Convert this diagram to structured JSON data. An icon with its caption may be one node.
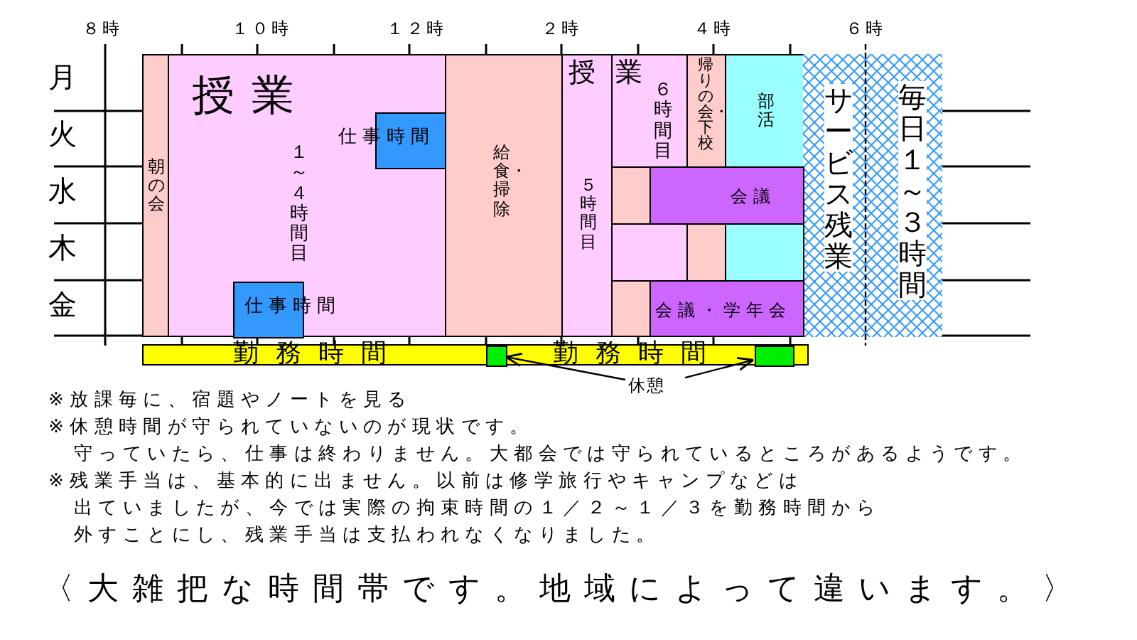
{
  "diagram": {
    "nodes": [
      {
        "text": [
          "朝の会"
        ]
      },
      {
        "text": [
          "授業",
          "１～４時間目"
        ]
      },
      {
        "text": [
          "仕事時間"
        ],
        "in": 1
      },
      {
        "text": [
          "仕事時間"
        ],
        "in": 1
      },
      {
        "text": [
          "給食・掃除"
        ]
      },
      {
        "text": [
          "５時間目"
        ]
      },
      {
        "text": [
          "６時間目"
        ]
      },
      {
        "text": [
          "帰りの会・下校"
        ]
      },
      {
        "text": [
          "部活"
        ]
      },
      {
        "text": [
          "サービス残業",
          "毎日１～３時間"
        ]
      },
      {
        "text": [],
        "shape": "box"
      },
      {
        "text": [
          "会議"
        ]
      },
      {
        "text": [],
        "shape": "box"
      },
      {
        "text": [],
        "shape": "box"
      },
      {
        "text": [],
        "shape": "box"
      },
      {
        "text": [],
        "shape": "box"
      },
      {
        "text": [
          "会議・学年会"
        ]
      },
      {
        "text": [
          "勤務時間",
          "勤務時間"
        ]
      },
      {
        "text": [],
        "shape": "box",
        "in": 17
      },
      {
        "text": [],
        "shape": "box",
        "in": 17
      },
      {
        "text": [
          "休憩"
        ]
      }
    ],
    "edges": [
      {
        "from": 20,
        "to": 18,
        "arrow": "to"
      },
      {
        "from": 20,
        "to": 19,
        "arrow": "to"
      }
    ],
    "labels": [
      "８時",
      "１０時",
      "１２時",
      "２時",
      "４時",
      "６時",
      "月",
      "火",
      "水",
      "木",
      "金",
      "授業",
      "※放課毎に、宿題やノートを見る",
      "※休憩時間が守られていないのが現状です。",
      "守っていたら、仕事は終わりません。大都会では守られているところがあるようです。",
      "※残業手当は、基本的に出ません。以前は修学旅行やキャンプなどは",
      "出ていましたが、今では実際の拘束時間の１／２～１／３を勤務時間から",
      "外すことにし、残業手当は支払われなくなりました。",
      "〈大雑把な時間帯です。地域によって違います。〉"
    ]
  }
}
